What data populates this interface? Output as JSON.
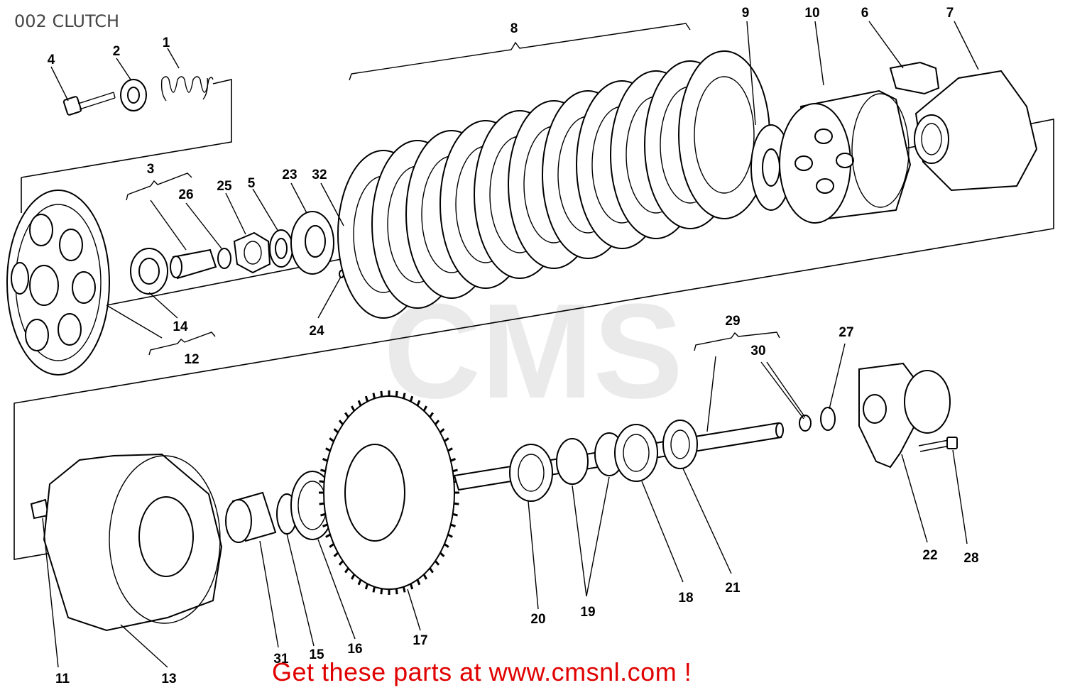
{
  "title": "002 CLUTCH",
  "banner": "Get these parts at www.cmsnl.com !",
  "watermark": "CMS",
  "callouts": [
    "1",
    "2",
    "3",
    "4",
    "5",
    "6",
    "7",
    "8",
    "9",
    "10",
    "11",
    "12",
    "13",
    "14",
    "15",
    "16",
    "17",
    "18",
    "19",
    "20",
    "21",
    "22",
    "23",
    "24",
    "25",
    "26",
    "27",
    "28",
    "29",
    "30",
    "31",
    "32"
  ],
  "colors": {
    "banner": "#e10000",
    "title": "#444444",
    "line": "#000000"
  }
}
